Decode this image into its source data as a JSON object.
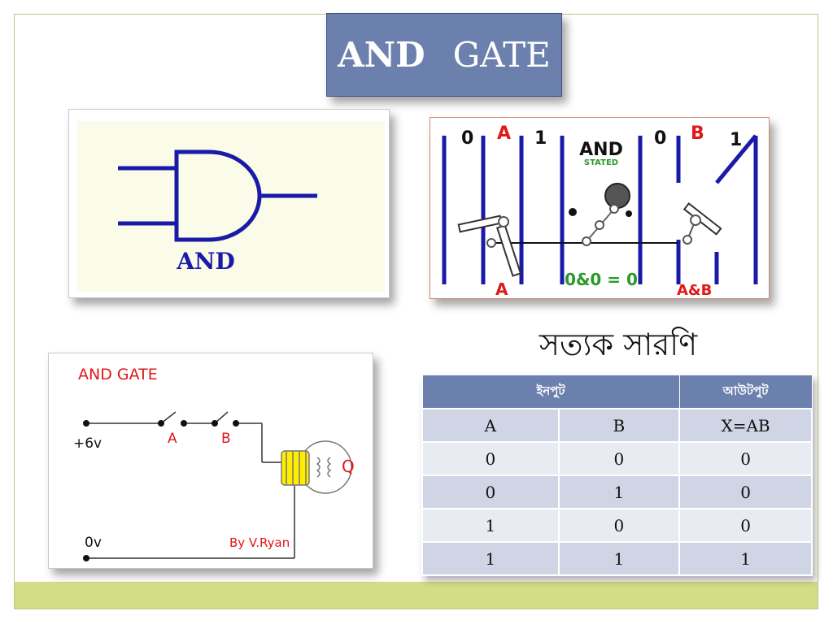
{
  "title": {
    "bold": "AND",
    "rest": "GATE"
  },
  "symbol": {
    "label": "AND"
  },
  "switch_diagram": {
    "left_zero": "0",
    "left_letter": "A",
    "left_one": "1",
    "center_top": "AND",
    "center_sub": "STATED",
    "right_zero": "0",
    "right_letter": "B",
    "right_one": "1",
    "bottom_a": "A",
    "bottom_eq": "0&0 = 0",
    "bottom_ab": "A&B"
  },
  "circuit": {
    "title": "AND GATE",
    "plus": "+6v",
    "a": "A",
    "b": "B",
    "q": "Q",
    "zero": "0v",
    "credit": "By V.Ryan"
  },
  "truth_table": {
    "heading": "সত্যক সারণি",
    "input_header": "ইনপুট",
    "output_header": "আউটপুট",
    "columns": [
      "A",
      "B",
      "X=AB"
    ],
    "rows": [
      [
        "0",
        "0",
        "0"
      ],
      [
        "0",
        "1",
        "0"
      ],
      [
        "1",
        "0",
        "0"
      ],
      [
        "1",
        "1",
        "1"
      ]
    ]
  },
  "colors": {
    "accent": "#6c80ad",
    "band": "#d3dd86",
    "wire": "#1a1aa8",
    "red": "#e01818"
  }
}
